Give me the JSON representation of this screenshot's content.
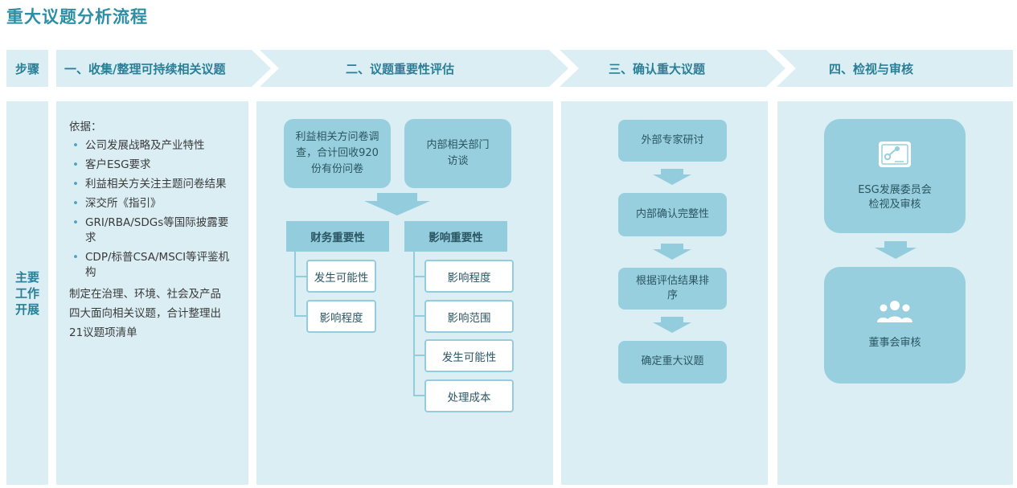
{
  "title": "重大议题分析流程",
  "steps_label": "步骤",
  "main_label": "主要工作开展",
  "steps": [
    {
      "label": "一、收集/整理可持续相关议题"
    },
    {
      "label": "二、议题重要性评估"
    },
    {
      "label": "三、确认重大议题"
    },
    {
      "label": "四、检视与审核"
    }
  ],
  "col1": {
    "basis_title": "依据：",
    "items": [
      "公司发展战略及产业特性",
      "客户ESG要求",
      "利益相关方关注主题问卷结果",
      "深交所《指引》",
      "GRI/RBA/SDGs等国际披露要求",
      "CDP/标普CSA/MSCI等评鉴机构"
    ],
    "summary": "制定在治理、环境、社会及产品四大面向相关议题，合计整理出21议题项清单"
  },
  "col2": {
    "survey": "利益相关方问卷调查，合计回收920份有份问卷",
    "interview": "内部相关部门访谈",
    "finance_title": "财务重要性",
    "finance_items": [
      "发生可能性",
      "影响程度"
    ],
    "impact_title": "影响重要性",
    "impact_items": [
      "影响程度",
      "影响范围",
      "发生可能性",
      "处理成本"
    ]
  },
  "col3": {
    "steps": [
      "外部专家研讨",
      "内部确认完整性",
      "根据评估结果排序",
      "确定重大议题"
    ]
  },
  "col4": {
    "committee": "ESG发展委员会检视及审核",
    "board": "董事会审核",
    "committee_icon": "review-chart-icon",
    "board_icon": "team-people-icon"
  },
  "colors": {
    "accent": "#2d8fa6",
    "panel": "#daeef4",
    "box": "#98cfdf"
  }
}
